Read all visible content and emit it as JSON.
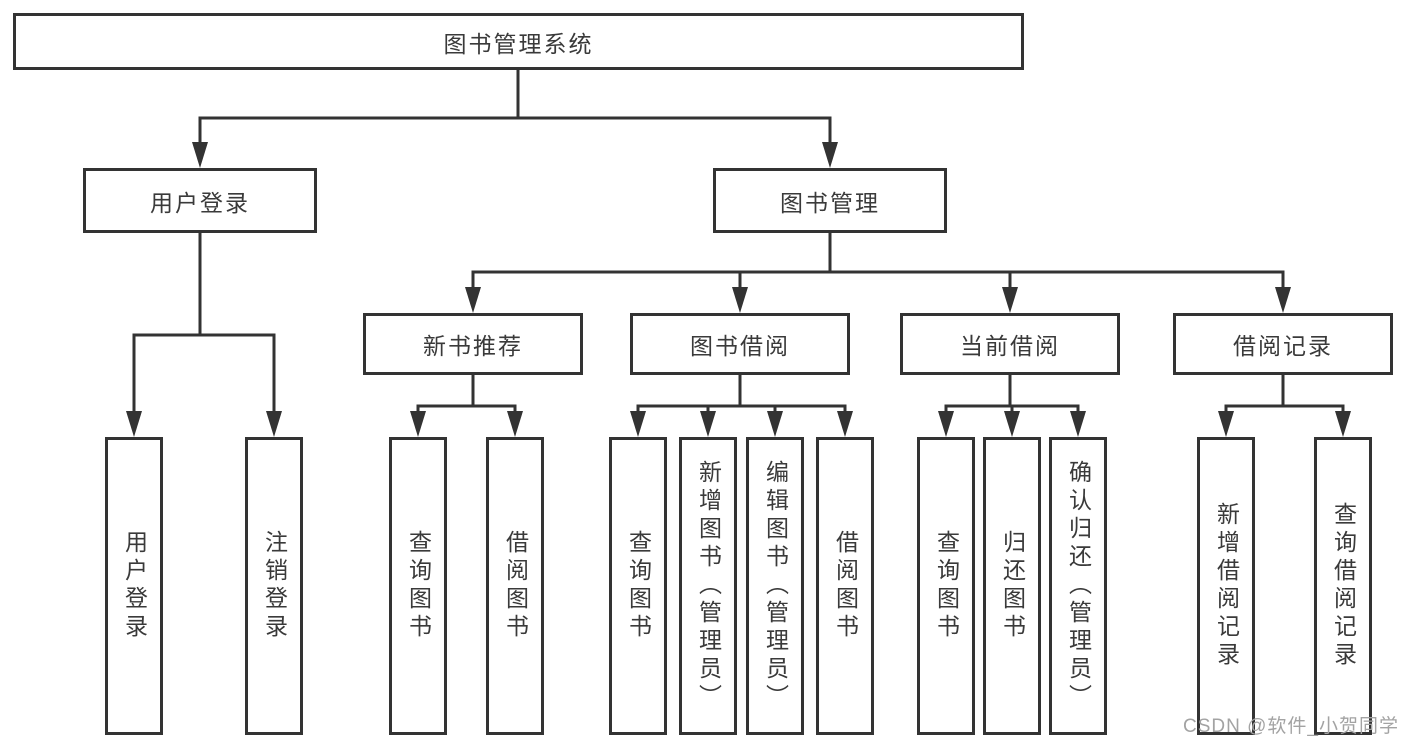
{
  "tree": {
    "root": "图书管理系统",
    "user": {
      "label": "用户登录",
      "children": [
        "用户登录",
        "注销登录"
      ]
    },
    "book": {
      "label": "图书管理"
    },
    "groups": [
      {
        "label": "新书推荐",
        "children": [
          "查询图书",
          "借阅图书"
        ]
      },
      {
        "label": "图书借阅",
        "children": [
          "查询图书",
          "新增图书（管理员）",
          "编辑图书（管理员）",
          "借阅图书"
        ]
      },
      {
        "label": "当前借阅",
        "children": [
          "查询图书",
          "归还图书",
          "确认归还（管理员）"
        ]
      },
      {
        "label": "借阅记录",
        "children": [
          "新增借阅记录",
          "查询借阅记录"
        ]
      }
    ]
  },
  "watermark": "CSDN @软件_小贺同学",
  "colors": {
    "line": "#333333",
    "text": "#3a3a3a",
    "background": "#ffffff",
    "watermark": "#a3a3a3"
  }
}
